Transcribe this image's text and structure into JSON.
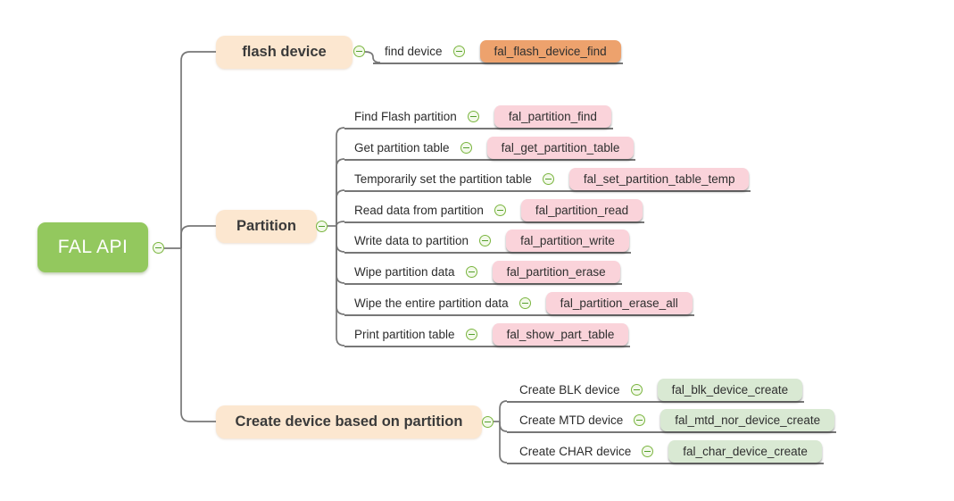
{
  "root": {
    "label": "FAL API"
  },
  "branches": [
    {
      "label": "flash device",
      "children": [
        {
          "label": "find device",
          "api": "fal_flash_device_find"
        }
      ]
    },
    {
      "label": "Partition",
      "children": [
        {
          "label": "Find Flash partition",
          "api": "fal_partition_find"
        },
        {
          "label": "Get partition table",
          "api": "fal_get_partition_table"
        },
        {
          "label": "Temporarily set the partition table",
          "api": "fal_set_partition_table_temp"
        },
        {
          "label": "Read data from partition",
          "api": "fal_partition_read"
        },
        {
          "label": "Write data to partition",
          "api": "fal_partition_write"
        },
        {
          "label": "Wipe partition data",
          "api": "fal_partition_erase"
        },
        {
          "label": "Wipe the entire partition data",
          "api": "fal_partition_erase_all"
        },
        {
          "label": "Print partition table",
          "api": "fal_show_part_table"
        }
      ]
    },
    {
      "label": "Create device based on partition",
      "children": [
        {
          "label": "Create BLK device",
          "api": "fal_blk_device_create"
        },
        {
          "label": "Create MTD device",
          "api": "fal_mtd_nor_device_create"
        },
        {
          "label": "Create CHAR device",
          "api": "fal_char_device_create"
        }
      ]
    }
  ],
  "colors": {
    "root_bg": "#93c85e",
    "branch_bg": "#fce7d0",
    "api_orange": "#eda26d",
    "api_pink": "#fad3da",
    "api_green": "#d9e9d3",
    "collapse_icon": "#7ab53f",
    "line": "#777777"
  }
}
